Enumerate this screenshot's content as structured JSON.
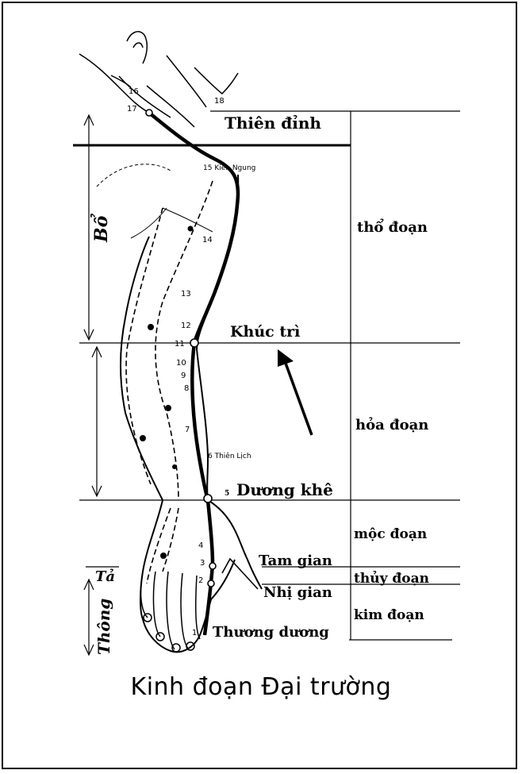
{
  "title": "Kinh đoạn Đại trường",
  "segments": {
    "tho": "thổ đoạn",
    "hoa": "hỏa đoạn",
    "moc": "mộc đoạn",
    "thuy": "thủy đoạn",
    "kim": "kim đoạn"
  },
  "points": {
    "thien_dinh": "Thiên đỉnh",
    "khuc_tri": "Khúc trì",
    "duong_khe": "Dương khê",
    "tam_gian": "Tam gian",
    "nhi_gian": "Nhị gian",
    "thuong_duong": "Thương dương",
    "kien_ngung": "15 Kiên Ngung",
    "thien_lich": "6 Thiên Lịch"
  },
  "side_labels": {
    "bo": "Bổ",
    "ta": "Tả",
    "thong": "Thông"
  },
  "numbers": {
    "n18": "18",
    "n16": "16",
    "n17": "17",
    "n14": "14",
    "n13": "13",
    "n12": "12",
    "n11": "11",
    "n10": "10",
    "n9": "9",
    "n8": "8",
    "n7": "7",
    "n5": "5",
    "n4": "4",
    "n3": "3",
    "n2": "2",
    "n1": "1"
  }
}
